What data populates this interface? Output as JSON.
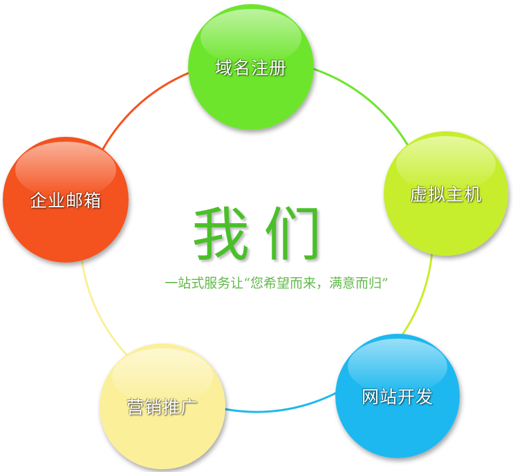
{
  "diagram": {
    "center": {
      "title": "我们",
      "subtitle": "一站式服务让“您希望而来，满意而归”"
    },
    "nodes": [
      {
        "label": "域名注册",
        "color": "#6de52c"
      },
      {
        "label": "虚拟主机",
        "color": "#c7ee2c"
      },
      {
        "label": "网站开发",
        "color": "#1db8ef"
      },
      {
        "label": "营销推广",
        "color": "#fbef9a"
      },
      {
        "label": "企业邮箱",
        "color": "#f4521e"
      }
    ],
    "connectors": [
      {
        "from": "域名注册",
        "to": "虚拟主机",
        "color": "#6de52c"
      },
      {
        "from": "虚拟主机",
        "to": "网站开发",
        "color": "#c7ee2c"
      },
      {
        "from": "网站开发",
        "to": "营销推广",
        "color": "#1db8ef"
      },
      {
        "from": "营销推广",
        "to": "企业邮箱",
        "color": "#fbef9a"
      },
      {
        "from": "企业邮箱",
        "to": "域名注册",
        "color": "#f4521e"
      }
    ]
  }
}
